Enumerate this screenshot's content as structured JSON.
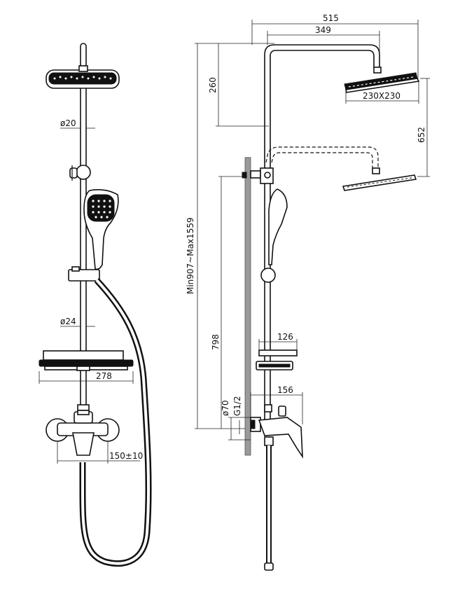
{
  "diagram": {
    "front": {
      "pipe_upper_dia": "ø20",
      "pipe_lower_dia": "ø24",
      "shelf_width": "278",
      "mixer_spacing": "150±10"
    },
    "side": {
      "total_reach": "515",
      "arm_reach": "349",
      "arm_height": "260",
      "head_size": "230X230",
      "head_adjust": "652",
      "height_range": "Min907~Max1559",
      "mid_height": "798",
      "shelf_depth": "126",
      "mixer_depth": "156",
      "flange_dia": "ø70",
      "thread": "G1/2"
    },
    "colors": {
      "line": "#111111",
      "background": "#ffffff",
      "wall": "#9a9a9a"
    }
  }
}
